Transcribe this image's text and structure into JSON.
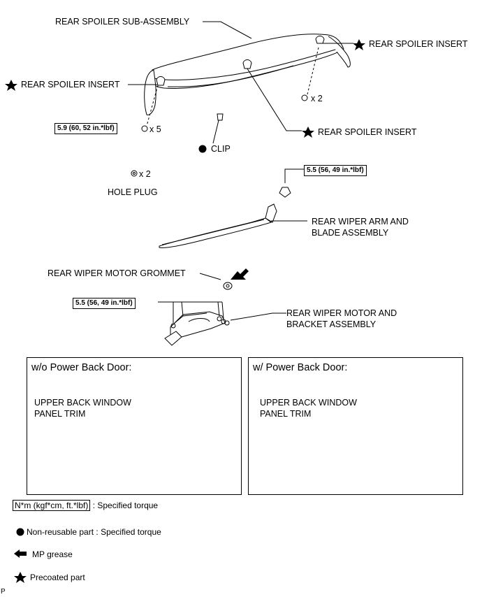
{
  "labels": {
    "rear_spoiler_sub_assembly": "REAR SPOILER SUB-ASSEMBLY",
    "rear_spoiler_insert_right": "REAR SPOILER INSERT",
    "rear_spoiler_insert_left": "REAR SPOILER INSERT",
    "rear_spoiler_insert_center": "REAR SPOILER INSERT",
    "clip": "CLIP",
    "hole_plug": "HOLE PLUG",
    "rear_wiper_arm_line1": "REAR WIPER ARM AND",
    "rear_wiper_arm_line2": "BLADE ASSEMBLY",
    "rear_wiper_motor_grommet": "REAR WIPER MOTOR GROMMET",
    "rear_wiper_motor_line1": "REAR WIPER MOTOR AND",
    "rear_wiper_motor_line2": "BRACKET ASSEMBLY"
  },
  "quantities": {
    "spoiler_right": "x 2",
    "spoiler_left": "x 5",
    "hole_plug": "x 2"
  },
  "torques": {
    "spoiler": "5.9 (60, 52 in.*lbf)",
    "wiper_arm": "5.5 (56, 49 in.*lbf)",
    "wiper_motor": "5.5 (56, 49 in.*lbf)"
  },
  "panels": {
    "left_title": "w/o Power Back Door:",
    "right_title": "w/ Power Back Door:",
    "trim_line1": "UPPER BACK WINDOW",
    "trim_line2": "PANEL TRIM"
  },
  "legend": {
    "torque_box": "N*m (kgf*cm, ft.*lbf)",
    "torque_text": ": Specified torque",
    "nonreusable_label": "Non-reusable part",
    "nonreusable_text": ": Specified torque",
    "grease_text": "MP grease",
    "precoated_text": "Precoated part"
  },
  "footer": "P"
}
